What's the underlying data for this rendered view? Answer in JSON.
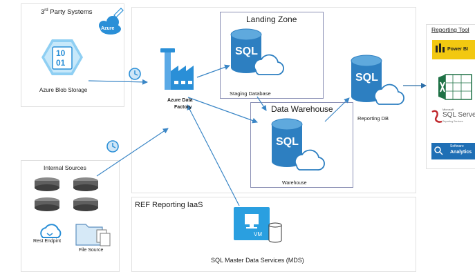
{
  "colors": {
    "azure_blue": "#2a8fd7",
    "sql_blue": "#2d7fc1",
    "arrow_blue": "#3a86c6",
    "frame_border": "#8a8fb4",
    "panel_border": "#e0e0e0",
    "powerbi_yellow": "#f2c811",
    "excel_green": "#1e7145",
    "analytics_blue": "#1f6fb5"
  },
  "third_party": {
    "title": "3rd Party Systems",
    "title_base": "3",
    "title_sup": "rd",
    "title_rest": " Party Systems",
    "azure_badge": "Azure",
    "blob_icon_text_line1": "10",
    "blob_icon_text_line2": "01",
    "blob_label": "Azure Blob Storage"
  },
  "internal_sources": {
    "title": "Internal Sources",
    "rest_label": "Rest Endpint",
    "file_label": "File Source"
  },
  "data_factory": {
    "label_line1": "Azure Data",
    "label_line2": "Factory"
  },
  "landing_zone": {
    "title": "Landing Zone",
    "db_text": "SQL",
    "db_label": "Staging Database"
  },
  "data_warehouse": {
    "title": "Data Warehouse",
    "db_text": "SQL",
    "db_label": "Warehouse"
  },
  "reporting_db": {
    "db_text": "SQL",
    "label": "Reporting DB"
  },
  "ref_reporting": {
    "title": "REF Reporting IaaS",
    "vm_text": "VM",
    "mds_label": "SQL Master Data Services (MDS)"
  },
  "reporting_tools": {
    "title": "Reporting Tool",
    "tools": [
      {
        "name": "Power BI",
        "icon": "powerbi-icon"
      },
      {
        "name": "Excel",
        "icon": "excel-icon"
      },
      {
        "name": "SQL Server",
        "small": "Microsoft",
        "sub": "Reporting Services",
        "icon": "sql-server-icon"
      },
      {
        "name": "Analytics",
        "small": "Software",
        "icon": "analytics-icon"
      }
    ]
  }
}
